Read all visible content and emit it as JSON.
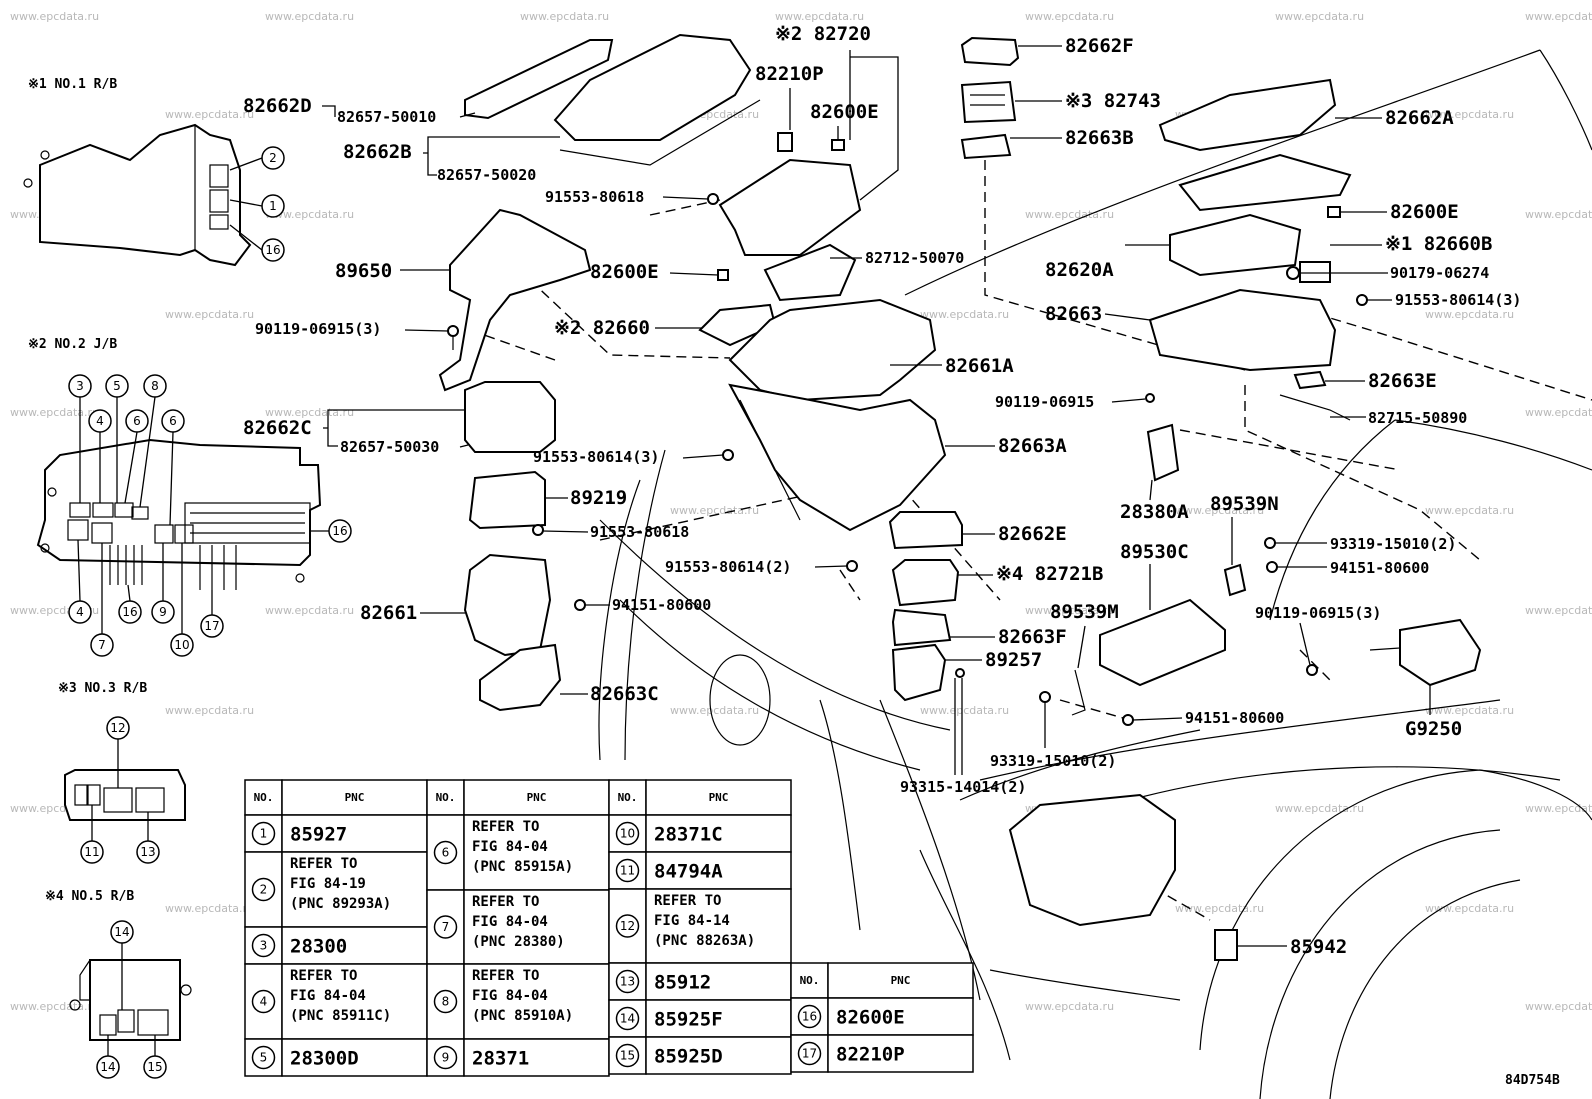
{
  "watermark": "www.epcdata.ru",
  "diagram_code": "84D754B",
  "insets": [
    {
      "title": "※1 NO.1 R/B",
      "circles": [
        "2",
        "1",
        "16"
      ]
    },
    {
      "title": "※2 NO.2 J/B",
      "circles": [
        "3",
        "5",
        "8",
        "4",
        "6",
        "6",
        "16",
        "4",
        "7",
        "16",
        "9",
        "10",
        "17"
      ]
    },
    {
      "title": "※3 NO.3 R/B",
      "circles": [
        "12",
        "11",
        "13"
      ]
    },
    {
      "title": "※4 NO.5 R/B",
      "circles": [
        "14",
        "14",
        "15"
      ]
    }
  ],
  "part_labels": [
    "※2 82720",
    "82210P",
    "82600E",
    "82662D",
    "82657-50010",
    "82662B",
    "82657-50020",
    "91553-80618",
    "89650",
    "82712-50070",
    "82600E",
    "※2 82660",
    "90119-06915(3)",
    "82661A",
    "82662C",
    "82657-50030",
    "91553-80614(3)",
    "82663A",
    "89219",
    "91553-80618",
    "82662E",
    "91553-80614(2)",
    "※4 82721B",
    "82661",
    "94151-80600",
    "82663F",
    "89257",
    "82663C",
    "82662F",
    "※3 82743",
    "82663B",
    "82662A",
    "82600E",
    "82620A",
    "※1 82660B",
    "90179-06274",
    "82663",
    "91553-80614(3)",
    "82663E",
    "82715-50890",
    "90119-06915",
    "28380A",
    "89539N",
    "89530C",
    "93319-15010(2)",
    "94151-80600",
    "89539M",
    "90119-06915(3)",
    "G9250",
    "94151-80600",
    "93319-15010(2)",
    "93315-14014(2)",
    "85942"
  ],
  "table": {
    "header_no": "NO.",
    "header_pnc": "PNC",
    "col1": [
      {
        "no": "1",
        "pnc": [
          "85927"
        ]
      },
      {
        "no": "2",
        "pnc": [
          "REFER TO",
          "FIG 84-19",
          "(PNC 89293A)"
        ]
      },
      {
        "no": "3",
        "pnc": [
          "28300"
        ]
      },
      {
        "no": "4",
        "pnc": [
          "REFER TO",
          "FIG 84-04",
          "(PNC 85911C)"
        ]
      },
      {
        "no": "5",
        "pnc": [
          "28300D"
        ]
      }
    ],
    "col2": [
      {
        "no": "6",
        "pnc": [
          "REFER TO",
          "FIG 84-04",
          "(PNC 85915A)"
        ]
      },
      {
        "no": "7",
        "pnc": [
          "REFER TO",
          "FIG 84-04",
          "(PNC 28380)"
        ]
      },
      {
        "no": "8",
        "pnc": [
          "REFER TO",
          "FIG 84-04",
          "(PNC 85910A)"
        ]
      },
      {
        "no": "9",
        "pnc": [
          "28371"
        ]
      }
    ],
    "col3": [
      {
        "no": "10",
        "pnc": [
          "28371C"
        ]
      },
      {
        "no": "11",
        "pnc": [
          "84794A"
        ]
      },
      {
        "no": "12",
        "pnc": [
          "REFER TO",
          "FIG 84-14",
          "(PNC 88263A)"
        ]
      },
      {
        "no": "13",
        "pnc": [
          "85912"
        ]
      },
      {
        "no": "14",
        "pnc": [
          "85925F"
        ]
      },
      {
        "no": "15",
        "pnc": [
          "85925D"
        ]
      }
    ],
    "col4": [
      {
        "no": "16",
        "pnc": [
          "82600E"
        ]
      },
      {
        "no": "17",
        "pnc": [
          "82210P"
        ]
      }
    ]
  }
}
